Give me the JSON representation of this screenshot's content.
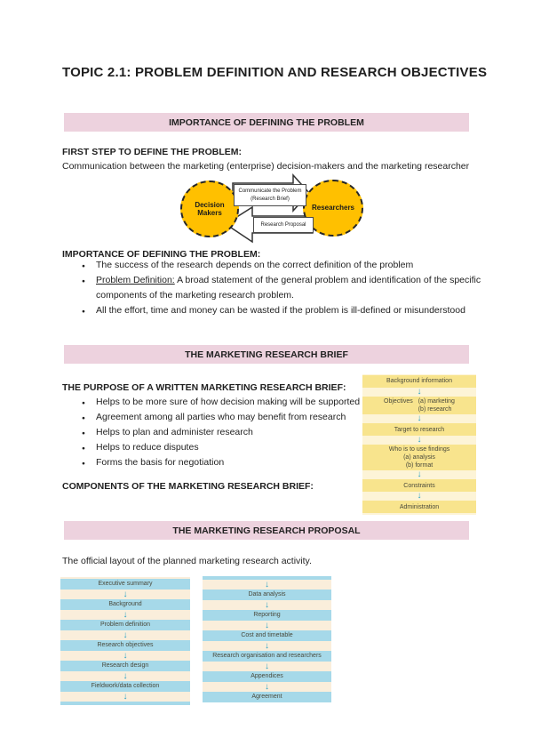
{
  "title": "TOPIC 2.1: PROBLEM DEFINITION AND RESEARCH OBJECTIVES",
  "importance": {
    "banner": "IMPORTANCE OF DEFINING THE PROBLEM",
    "first_step_heading": "FIRST STEP TO DEFINE THE PROBLEM:",
    "first_step_text": "Communication between the marketing (enterprise) decision-makers and the marketing researcher",
    "diagram": {
      "decision_makers_line1": "Decision",
      "decision_makers_line2": "Makers",
      "researchers": "Researchers",
      "forward_arrow_line1": "Communicate the Problem",
      "forward_arrow_line2": "(Research Brief)",
      "return_arrow_label": "Research Proposal"
    },
    "heading": "IMPORTANCE OF DEFINING THE PROBLEM:",
    "bullet1": "The success of the research depends on the correct definition of the problem",
    "bullet2_label": "Problem Definition:",
    "bullet2_text": "A broad statement of the general problem and identification of the specific components of the marketing research problem.",
    "bullet3": "All the effort, time and money can be wasted if the problem is ill-defined or misunderstood"
  },
  "brief": {
    "banner": "THE MARKETING RESEARCH BRIEF",
    "purpose_heading": "THE PURPOSE OF A WRITTEN MARKETING RESEARCH BRIEF:",
    "purpose_bullets": [
      "Helps to be more sure of how decision making will be supported",
      "Agreement among all parties who may benefit from research",
      "Helps to plan and administer research",
      "Helps to reduce disputes",
      "Forms the basis for negotiation"
    ],
    "components_heading": "COMPONENTS OF THE MARKETING RESEARCH BRIEF:",
    "flow": {
      "step1": "Background information",
      "step2_label": "Objectives",
      "step2a": "(a) marketing",
      "step2b": "(b) research",
      "step3": "Target to research",
      "step4_label": "Who is to use findings",
      "step4a": "(a) analysis",
      "step4b": "(b) format",
      "step5": "Constraints",
      "step6": "Administration"
    }
  },
  "proposal": {
    "banner": "THE MARKETING RESEARCH PROPOSAL",
    "intro": "The official layout of the planned marketing research activity.",
    "left_flow": [
      "Executive summary",
      "Background",
      "Problem definition",
      "Research objectives",
      "Research design",
      "Fieldwork/data collection"
    ],
    "right_flow": [
      "Data analysis",
      "Reporting",
      "Cost and timetable",
      "Research organisation and researchers",
      "Appendices",
      "Agreement"
    ]
  },
  "colors": {
    "banner_bg": "#edd2de",
    "node_gold": "#ffc000",
    "yellow_row": "#f8e48d",
    "yellow_panel_bg": "#fdf4d7",
    "blue_row": "#a6d9e9",
    "blue_panel_bg": "#faeedb",
    "flow_arrow": "#2aa2c5"
  }
}
